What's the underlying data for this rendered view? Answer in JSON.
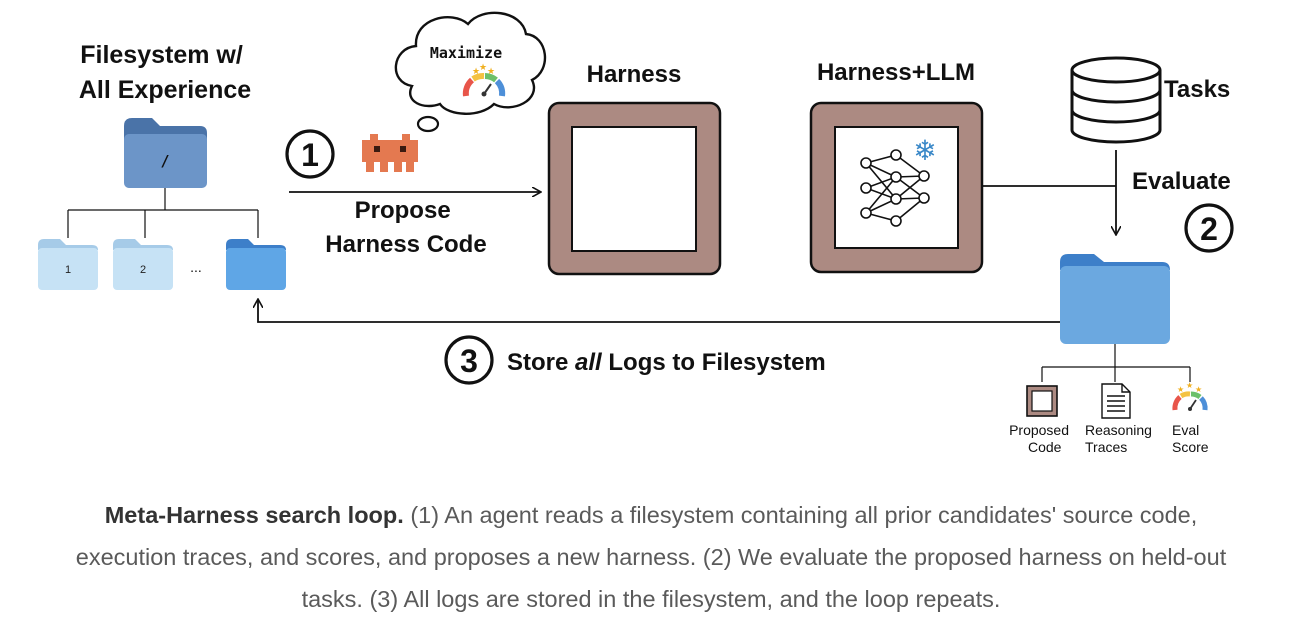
{
  "diagram": {
    "filesystem_title": [
      "Filesystem w/",
      "All Experience"
    ],
    "root_folder_label": "/",
    "child_folders": [
      "1",
      "2"
    ],
    "ellipsis": "...",
    "maximize_label": "Maximize",
    "step1_number": "1",
    "step1_label": [
      "Propose",
      "Harness Code"
    ],
    "harness_title": "Harness",
    "harness_llm_title": "Harness+LLM",
    "tasks_label": "Tasks",
    "evaluate_label": "Evaluate",
    "step2_number": "2",
    "step3_number": "3",
    "step3_text_pre": "Store ",
    "step3_text_em": "all",
    "step3_text_post": " Logs to Filesystem",
    "outputs": [
      [
        "Proposed",
        "Code"
      ],
      [
        "Reasoning",
        "Traces"
      ],
      [
        "Eval",
        "Score"
      ]
    ]
  },
  "caption": {
    "bold": "Meta-Harness search loop.",
    "text": " (1) An agent reads a filesystem containing all prior candidates' source code, execution traces, and scores, and proposes a new harness. (2) We evaluate the proposed harness on held-out tasks. (3) All logs are stored in the filesystem, and the loop repeats."
  },
  "colors": {
    "harness_frame": "#ac8a82",
    "folder_blue": "#6ba8e0",
    "folder_light": "#b9dcf3",
    "root_folder": "#5b86bd",
    "agent_orange": "#e47950"
  }
}
